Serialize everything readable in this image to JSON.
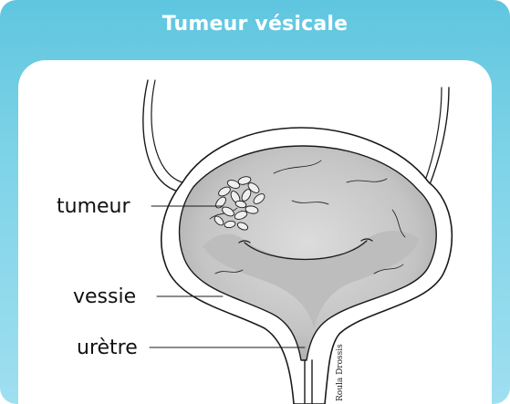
{
  "title": "Tumeur vésicale",
  "labels": {
    "tumor": "tumeur",
    "bladder": "vessie",
    "urethra": "urètre"
  },
  "credit": "Roula Drossis",
  "colors": {
    "header": "#5fc6df",
    "panel": "#ffffff",
    "tissue": "#c9c9c9",
    "line": "#1a1a1a"
  }
}
